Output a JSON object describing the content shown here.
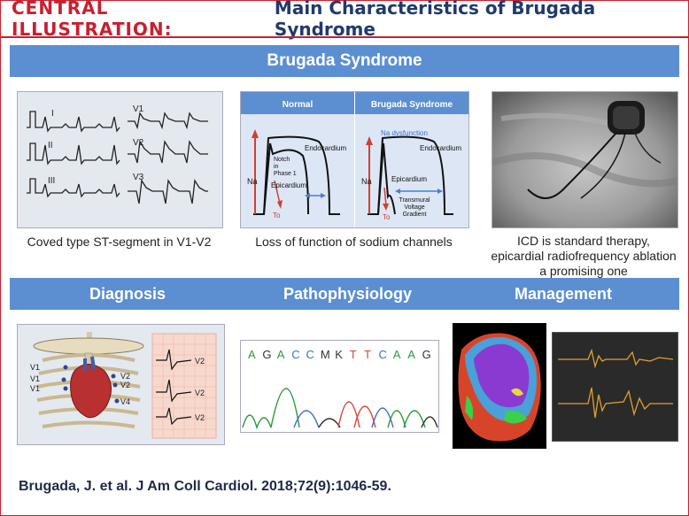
{
  "header": {
    "label": "CENTRAL ILLUSTRATION:",
    "title": "Main Characteristics of Brugada Syndrome"
  },
  "banner": "Brugada Syndrome",
  "ecg_panel": {
    "leads_left": [
      "I",
      "II",
      "III"
    ],
    "leads_right": [
      "V1",
      "V2",
      "V3"
    ],
    "caption": "Coved type ST-segment in V1-V2"
  },
  "ap_panel": {
    "normal_header": "Normal",
    "brugada_header": "Brugada Syndrome",
    "na_label": "Na",
    "to_label": "To",
    "endocardium": "Endocardium",
    "epicardium": "Epicardium",
    "notch": [
      "Notch",
      "in",
      "Phase 1"
    ],
    "na_dysfunction": "Na dysfunction",
    "gradient": [
      "Transmural",
      "Voltage",
      "Gradient"
    ],
    "caption": "Loss of function of sodium channels"
  },
  "icd_panel": {
    "caption_lines": [
      "ICD is standard therapy,",
      "epicardial radiofrequency ablation",
      "a promising one"
    ]
  },
  "sections": {
    "diagnosis": "Diagnosis",
    "pathophysiology": "Pathophysiology",
    "management": "Management"
  },
  "diagnosis_panel": {
    "chest_leads": [
      "V1",
      "V1",
      "V1",
      "V2",
      "V2",
      "V4"
    ],
    "ecg_leads": [
      "V2",
      "V2",
      "V2"
    ]
  },
  "sequence_panel": {
    "bases": [
      "A",
      "G",
      "A",
      "C",
      "C",
      "M",
      "K",
      "T",
      "T",
      "C",
      "A",
      "A",
      "G"
    ],
    "colors": {
      "A": "#2a9a3a",
      "G": "#333333",
      "C": "#3a6fd0",
      "T": "#d8443a",
      "M": "#333333",
      "K": "#333333"
    }
  },
  "citation": "Brugada, J. et al. J Am Coll Cardiol. 2018;72(9):1046-59."
}
